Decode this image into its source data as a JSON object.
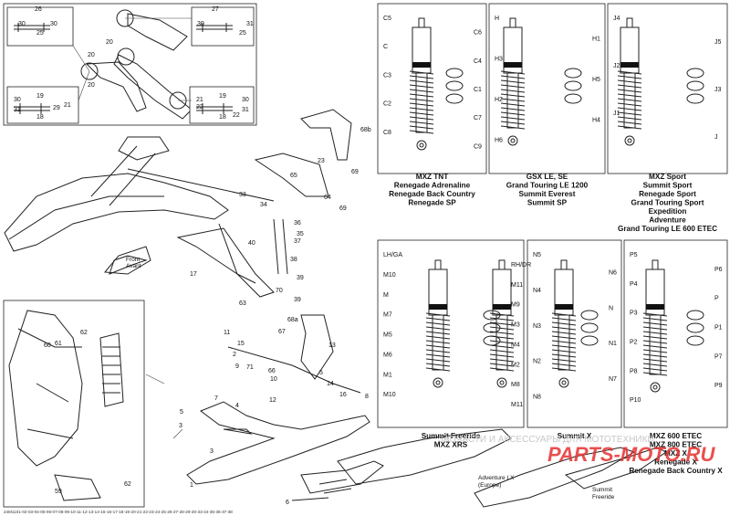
{
  "shock_panels": [
    {
      "id": "c",
      "labels": [
        "C5",
        "C6",
        "C",
        "C4",
        "C3",
        "C1",
        "C2",
        "C7",
        "C8",
        "C9"
      ],
      "caption": [
        "MXZ TNT",
        "Renegade Adrenaline",
        "Renegade Back Country",
        "Renegade SP"
      ]
    },
    {
      "id": "h",
      "labels": [
        "H",
        "H1",
        "H3",
        "H5",
        "H2",
        "H4",
        "H6"
      ],
      "caption": [
        "GSX LE, SE",
        "Grand Touring LE 1200",
        "Summit Everest",
        "Summit SP"
      ]
    },
    {
      "id": "j",
      "labels": [
        "J4",
        "J5",
        "J2",
        "J3",
        "J1",
        "J"
      ],
      "caption": [
        "MXZ Sport",
        "Summit Sport",
        "Renegade Sport",
        "Grand Touring Sport",
        "Expedition",
        "Adventure",
        "Grand Touring LE 600 ETEC"
      ]
    },
    {
      "id": "m",
      "labels": [
        "LH/GA",
        "RH/DR",
        "M10",
        "M11",
        "M",
        "M9",
        "M7",
        "M3",
        "M5",
        "M4",
        "M6",
        "M2",
        "M1",
        "M8",
        "M10",
        "M11"
      ],
      "caption": [
        "Summit Freeride",
        "MXZ XRS"
      ]
    },
    {
      "id": "n",
      "labels": [
        "N5",
        "N6",
        "N4",
        "N",
        "N3",
        "N1",
        "N2",
        "N7",
        "N8"
      ],
      "caption": [
        "Summit X"
      ]
    },
    {
      "id": "p",
      "labels": [
        "P5",
        "P6",
        "P4",
        "P",
        "P3",
        "P1",
        "P2",
        "P7",
        "P8",
        "P9",
        "P10"
      ],
      "caption": [
        "MXZ 600 ETEC",
        "MXZ 800 ETEC",
        "MXZ X",
        "Renegade X",
        "Renegade Back Country X"
      ]
    }
  ],
  "arm_inset": {
    "labels": [
      "26",
      "30",
      "25",
      "30",
      "27",
      "30",
      "25",
      "31",
      "20",
      "20",
      "20",
      "19",
      "30",
      "21",
      "18",
      "29",
      "31",
      "19",
      "21",
      "22",
      "30",
      "18",
      "31",
      "22"
    ]
  },
  "main_labels": [
    "23",
    "68b",
    "69",
    "65",
    "64",
    "33",
    "69",
    "34",
    "36",
    "35",
    "40",
    "37",
    "38",
    "39",
    "17",
    "70",
    "63",
    "39",
    "68a",
    "67",
    "11",
    "15",
    "2",
    "9",
    "13",
    "71",
    "66",
    "10",
    "5",
    "12",
    "14",
    "16",
    "8",
    "7",
    "4",
    "5",
    "3",
    "3",
    "1",
    "6"
  ],
  "rear_inset_labels": [
    "62",
    "60",
    "61",
    "62",
    "59"
  ],
  "ski_labels": {
    "adventure": "Adventure LX\n(Europe)",
    "adventure_line1": "Adventure LX",
    "adventure_line2": "(Europe)",
    "summit_line1": "Summit",
    "summit_line2": "Freeride"
  },
  "front_badge": "Front\nAvant",
  "front_line1": "Front",
  "front_line2": "Avant",
  "watermark": "ЗАПЧАСТИ И АКСЕССУАРЫ ДЛЯ МОТОТЕХНИКИ",
  "brand_logo": "PARTS-MOTO.RU",
  "footer_code": "24M1101-02-03-04-05-06-07-08-09-10-11-12-13-14-15-16-17-18-19-20-21-22-23-24-25-26-27-28-29-30-33-34-35-36-37-38"
}
